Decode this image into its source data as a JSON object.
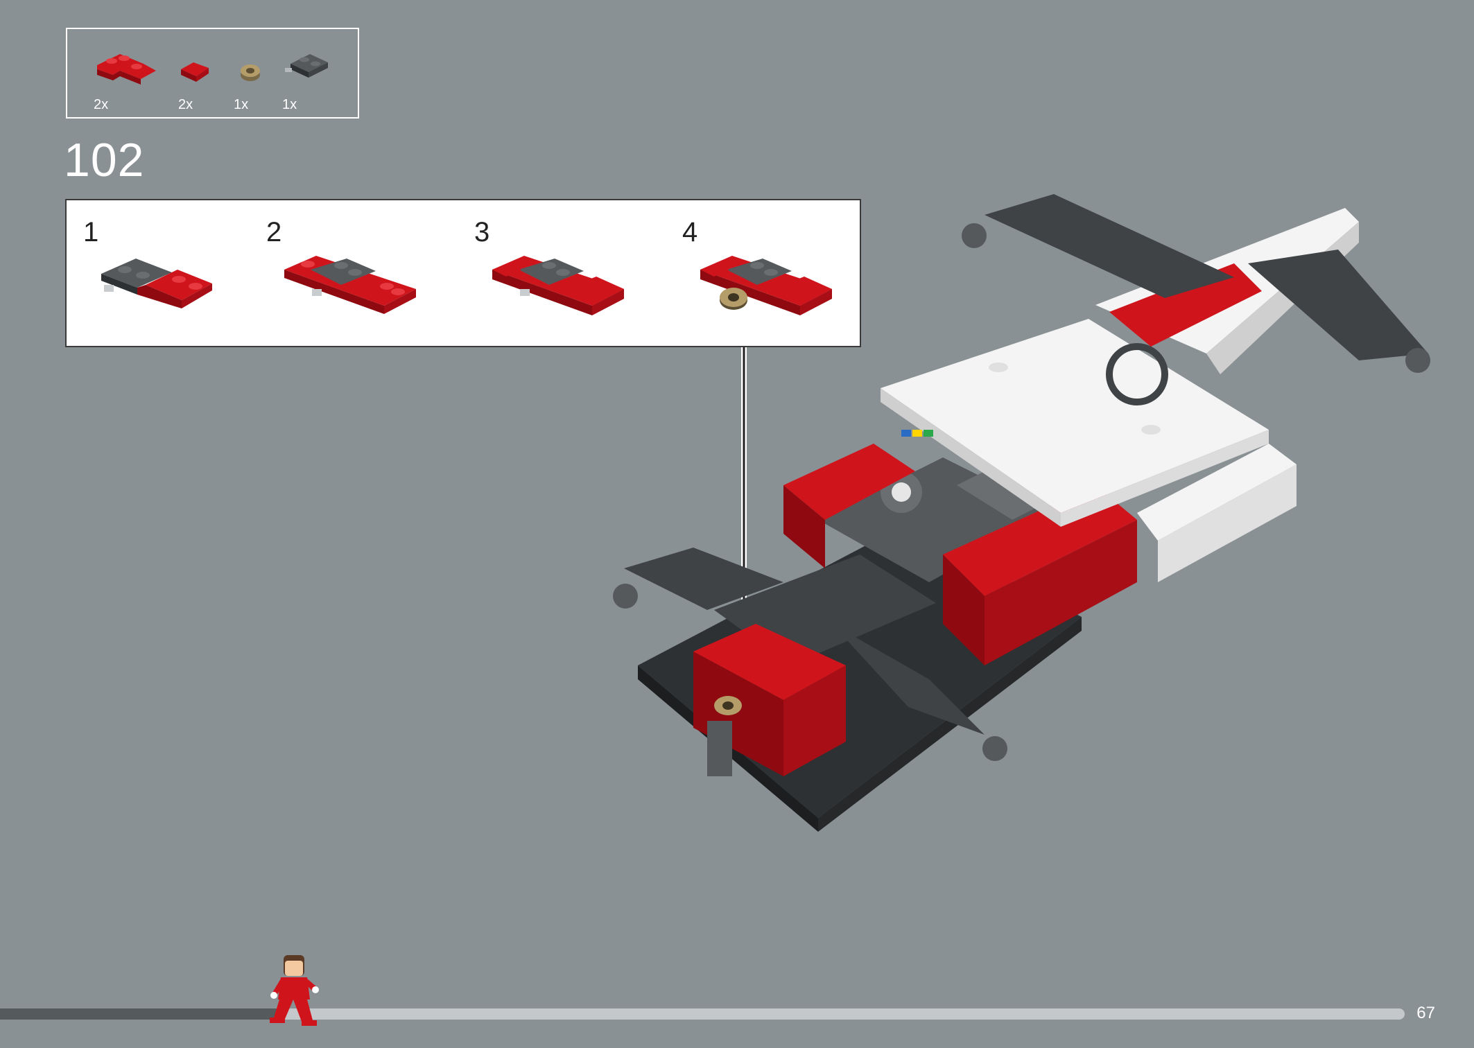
{
  "parts_list": {
    "items": [
      {
        "icon": "red-corner-plate-icon",
        "quantity": "2x"
      },
      {
        "icon": "red-tile-icon",
        "quantity": "2x"
      },
      {
        "icon": "gold-ring-icon",
        "quantity": "1x"
      },
      {
        "icon": "dark-grey-pin-plate-icon",
        "quantity": "1x"
      }
    ]
  },
  "step": {
    "number": "102"
  },
  "sub_steps": [
    {
      "number": "1"
    },
    {
      "number": "2"
    },
    {
      "number": "3"
    },
    {
      "number": "4"
    }
  ],
  "progress": {
    "fraction": 0.2
  },
  "page": {
    "number": "67"
  },
  "colors": {
    "background": "#8a9195",
    "brick_red": "#d0141c",
    "brick_dark_grey": "#3f4346",
    "brick_white": "#f4f4f4",
    "progress_fill": "#555a5d",
    "progress_track": "#c4c8ca"
  }
}
